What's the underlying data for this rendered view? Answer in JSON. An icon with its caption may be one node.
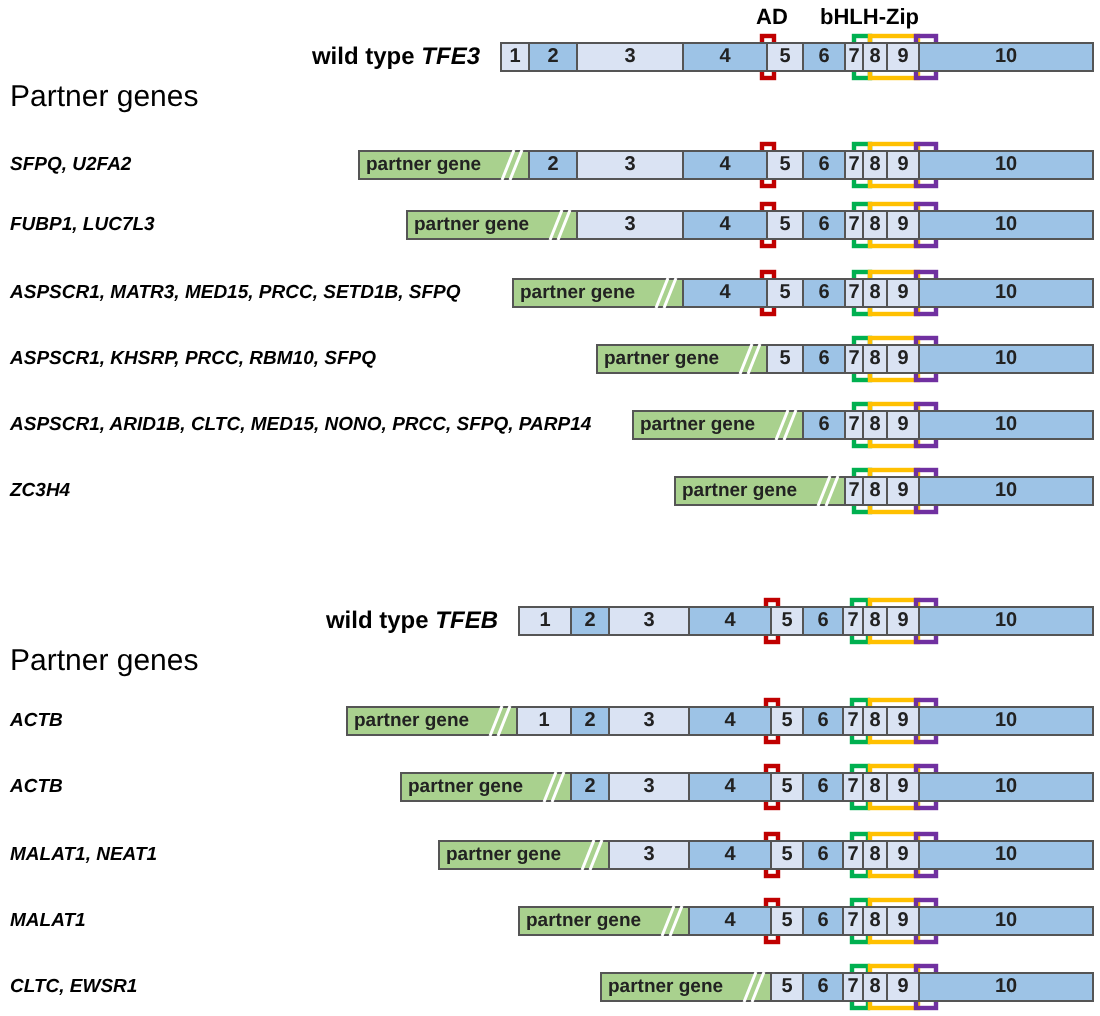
{
  "diagram": {
    "nodes": [
      {
        "text": [
          "1",
          "2",
          "3",
          "4",
          "5",
          "6",
          "7",
          "8",
          "9",
          "10"
        ],
        "beside": [
          "wild type *TFE3*"
        ]
      },
      {
        "text": [
          "partner gene",
          "2",
          "3",
          "4",
          "5",
          "6",
          "7",
          "8",
          "9",
          "10"
        ]
      },
      {
        "text": [
          "partner gene",
          "3",
          "4",
          "5",
          "6",
          "7",
          "8",
          "9",
          "10"
        ]
      },
      {
        "text": [
          "partner gene",
          "4",
          "5",
          "6",
          "7",
          "8",
          "9",
          "10"
        ]
      },
      {
        "text": [
          "partner gene",
          "5",
          "6",
          "7",
          "8",
          "9",
          "10"
        ]
      },
      {
        "text": [
          "partner gene",
          "6",
          "7",
          "8",
          "9",
          "10"
        ]
      },
      {
        "text": [
          "partner gene",
          "7",
          "8",
          "9",
          "10"
        ]
      },
      {
        "text": [
          "1",
          "2",
          "3",
          "4",
          "5",
          "6",
          "7",
          "8",
          "9",
          "10"
        ],
        "beside": [
          "wild type *TFEB*"
        ]
      },
      {
        "text": [
          "partner gene",
          "1",
          "2",
          "3",
          "4",
          "5",
          "6",
          "7",
          "8",
          "9",
          "10"
        ]
      },
      {
        "text": [
          "partner gene",
          "2",
          "3",
          "4",
          "5",
          "6",
          "7",
          "8",
          "9",
          "10"
        ]
      },
      {
        "text": [
          "partner gene",
          "3",
          "4",
          "5",
          "6",
          "7",
          "8",
          "9",
          "10"
        ]
      },
      {
        "text": [
          "partner gene",
          "4",
          "5",
          "6",
          "7",
          "8",
          "9",
          "10"
        ]
      },
      {
        "text": [
          "partner gene",
          "5",
          "6",
          "7",
          "8",
          "9",
          "10"
        ]
      }
    ],
    "labels": [
      "AD",
      "bHLH-Zip",
      "Partner genes",
      "SFPQ, U2FA2",
      "FUBP1, LUC7L3",
      "ASPSCR1, MATR3, MED15, PRCC, SETD1B, SFPQ",
      "ASPSCR1, KHSRP, PRCC, RBM10, SFPQ",
      "ASPSCR1, ARID1B, CLTC, MED15, NONO, PRCC, SFPQ, PARP14",
      "ZC3H4",
      "Partner genes",
      "ACTB",
      "ACTB",
      "MALAT1, NEAT1",
      "MALAT1",
      "CLTC, EWSR1"
    ]
  }
}
